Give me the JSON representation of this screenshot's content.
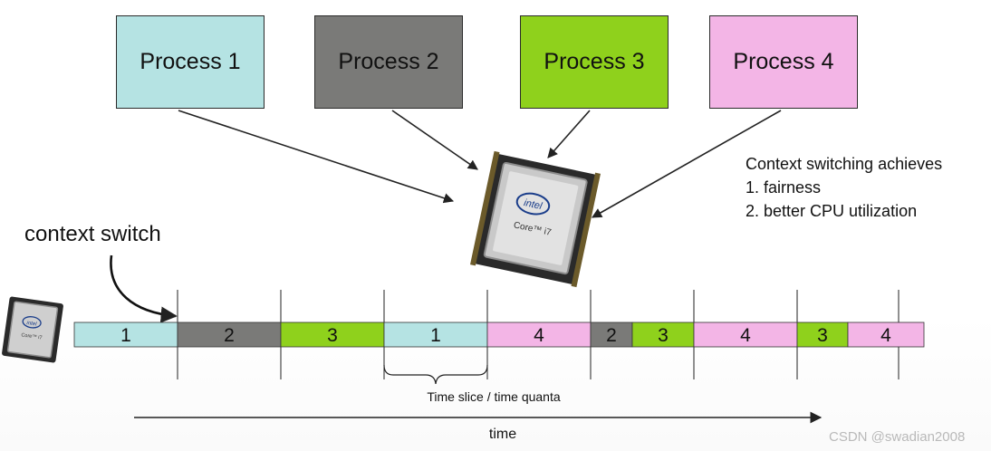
{
  "processes": [
    {
      "label": "Process 1",
      "color": "#b5e3e3"
    },
    {
      "label": "Process 2",
      "color": "#7a7a78"
    },
    {
      "label": "Process 3",
      "color": "#8fd11c"
    },
    {
      "label": "Process 4",
      "color": "#f3b5e6"
    }
  ],
  "note": {
    "title": "Context switching achieves",
    "items": [
      "1. fairness",
      "2. better CPU utilization"
    ]
  },
  "context_switch_label": "context switch",
  "timeline": {
    "segments": [
      {
        "process": "1"
      },
      {
        "process": "2"
      },
      {
        "process": "3"
      },
      {
        "process": "1"
      },
      {
        "process": "4"
      },
      {
        "process": "2"
      },
      {
        "process": "3"
      },
      {
        "process": "4"
      },
      {
        "process": "3"
      },
      {
        "process": "4"
      }
    ]
  },
  "time_slice_label": "Time slice / time quanta",
  "time_axis_label": "time",
  "cpu_chip": {
    "brand": "intel",
    "model": "Core™ i7"
  },
  "watermark": "CSDN @swadian2008",
  "icons": [
    "cpu-chip-icon"
  ]
}
